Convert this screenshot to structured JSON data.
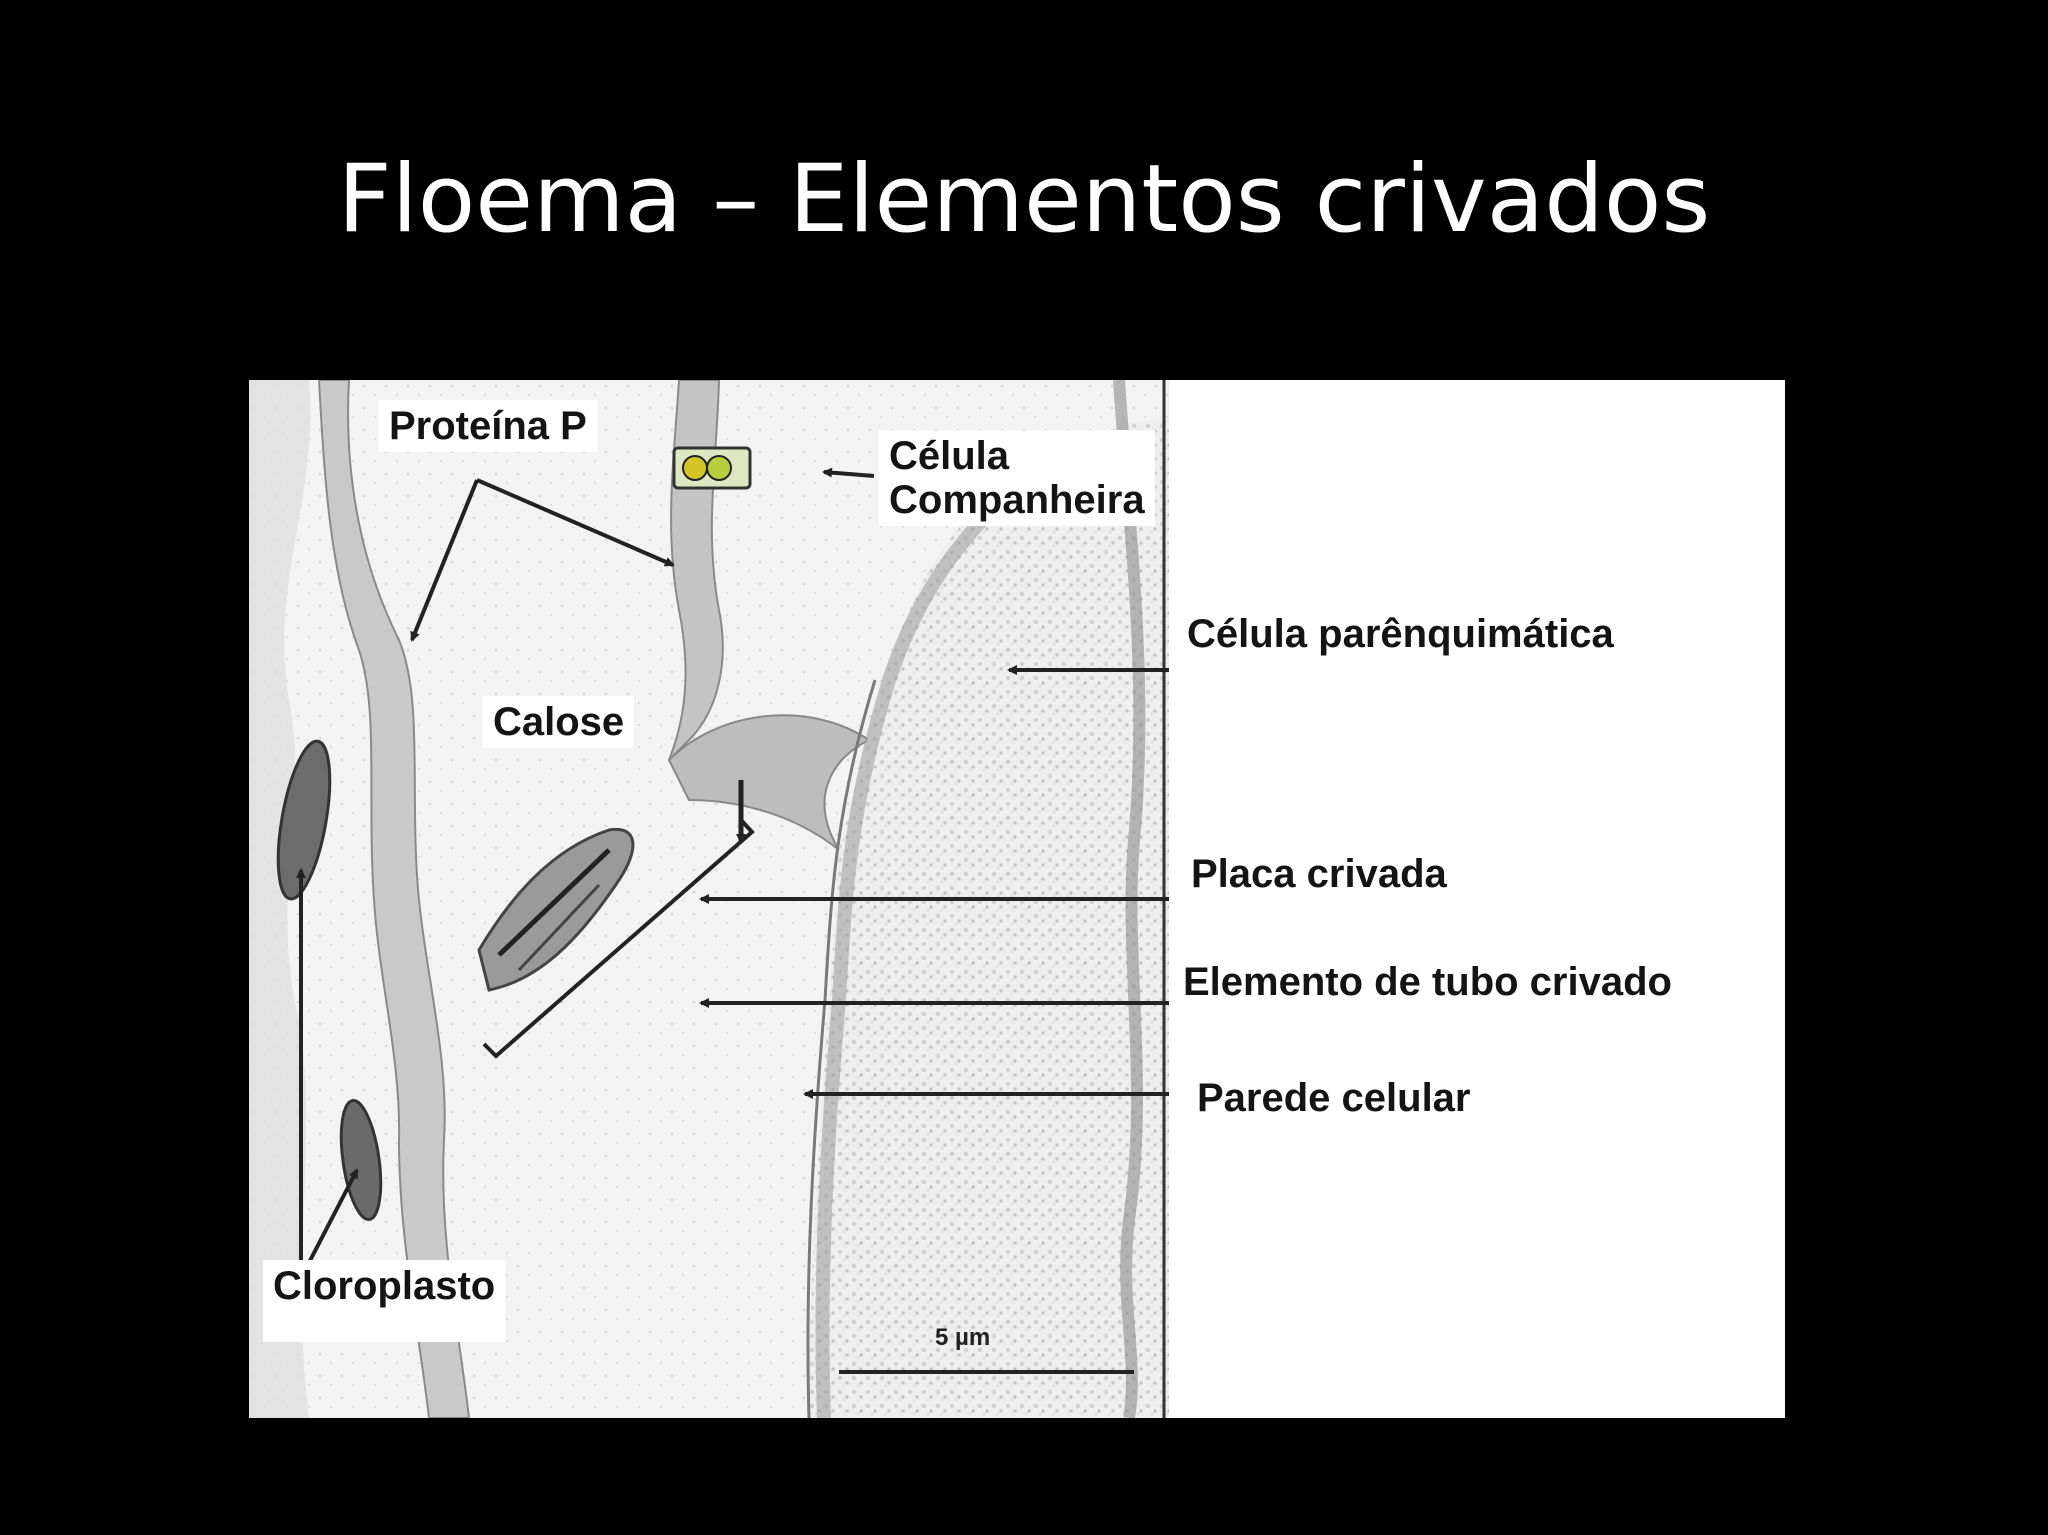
{
  "slide": {
    "title": "Floema – Elementos crivados"
  },
  "figure": {
    "labels": {
      "proteina_p": "Proteína P",
      "celula_companheira_line1": "Célula",
      "celula_companheira_line2": "Companheira",
      "celula_parenquimatica": "Célula parênquimática",
      "calose": "Calose",
      "placa_crivada": "Placa crivada",
      "elemento_tubo_crivado": "Elemento de tubo crivado",
      "parede_celular": "Parede celular",
      "cloroplasto": "Cloroplasto"
    },
    "scale_bar_label": "5 µm"
  },
  "colors": {
    "background": "#000000",
    "title_text": "#ffffff",
    "micrograph_base": "#f4f4f4",
    "cell_wall": "#c8c8c8",
    "label_text": "#141414"
  }
}
